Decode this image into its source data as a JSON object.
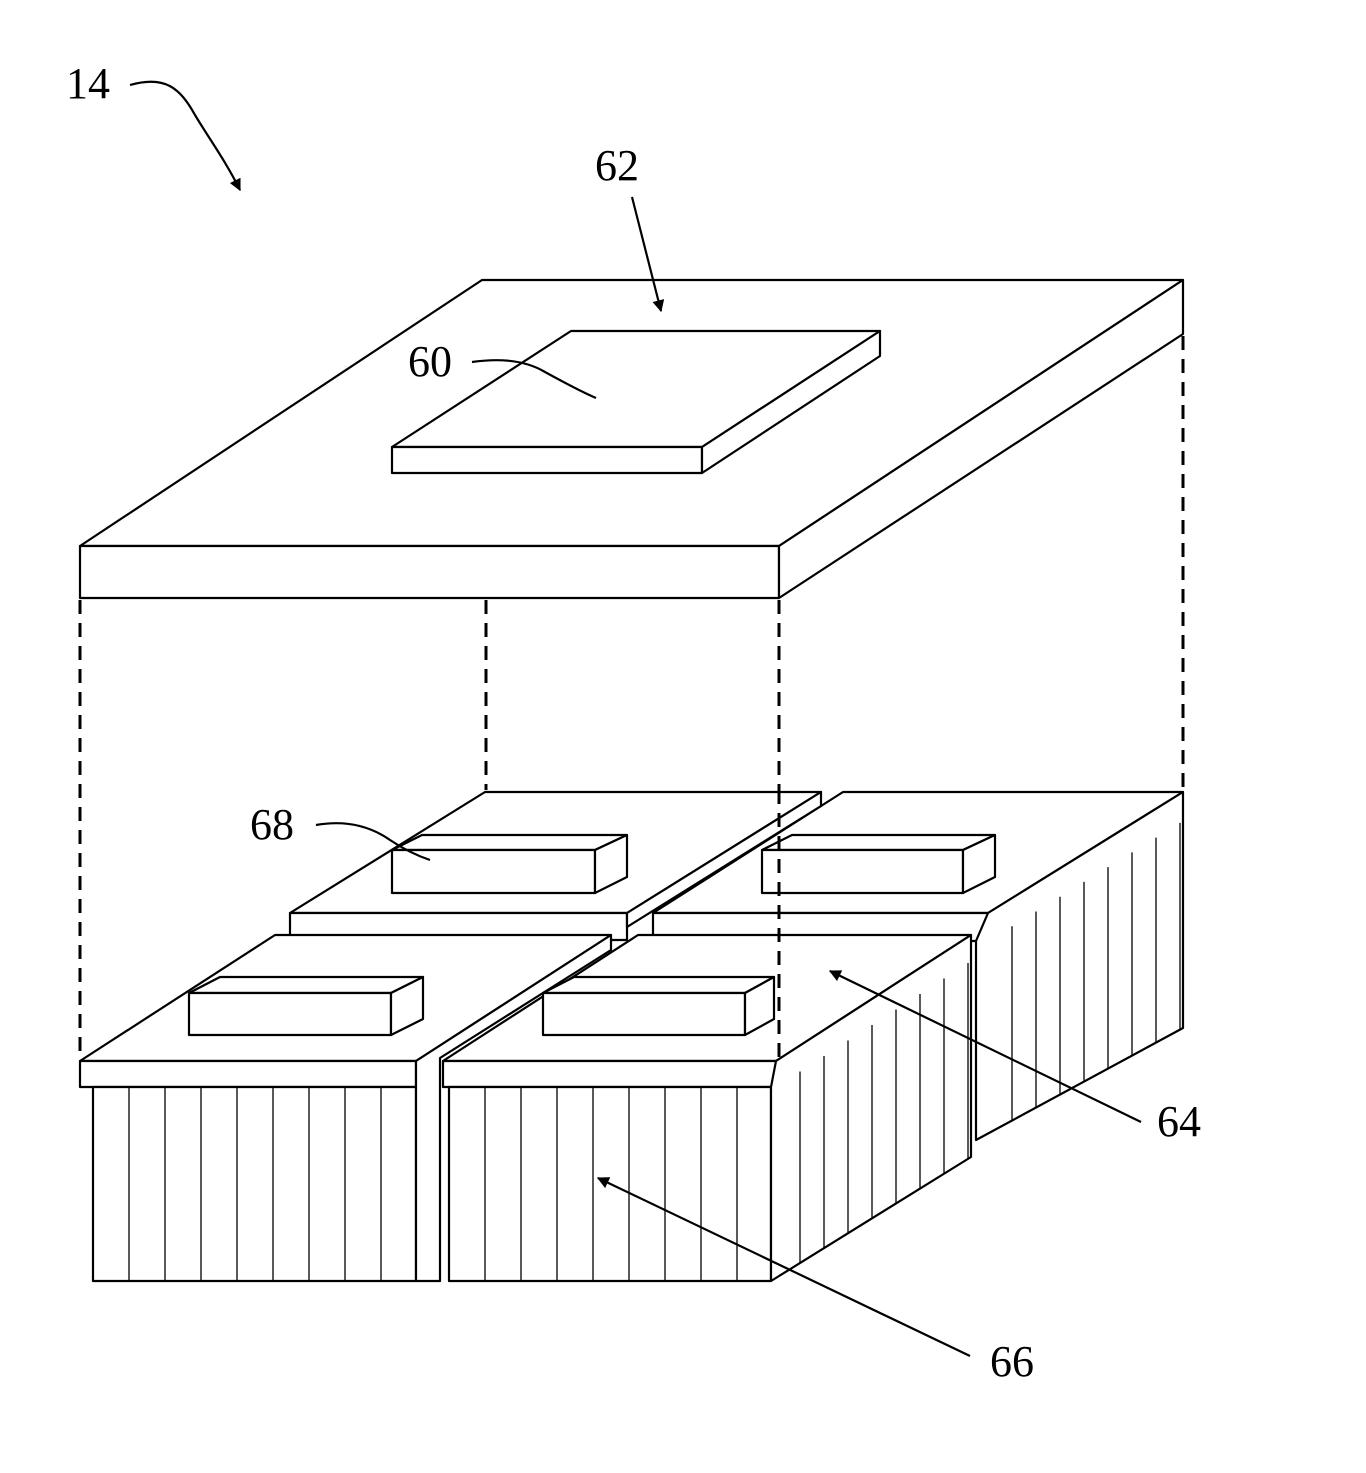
{
  "labels": {
    "assembly": "14",
    "device": "60",
    "substrate": "62",
    "top_surface": "64",
    "fins": "66",
    "block": "68"
  }
}
